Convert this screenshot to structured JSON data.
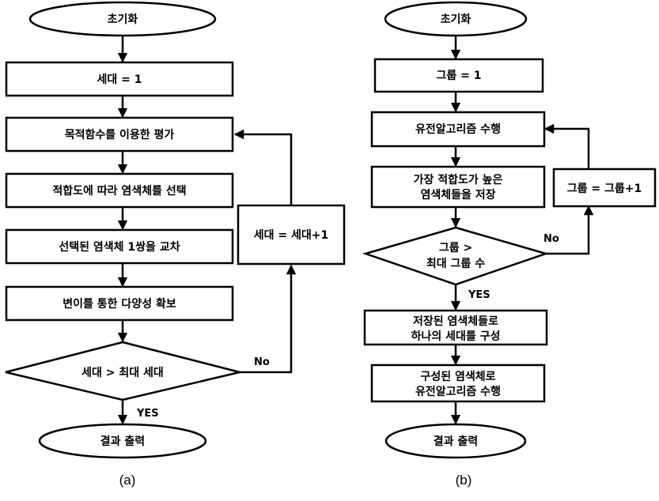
{
  "flowchart_a": {
    "caption": "(a)",
    "start": "초기화",
    "gen_init": "세대 = 1",
    "evaluate": "목적함수를 이용한 평가",
    "select": "적합도에 따라 염색체를 선택",
    "crossover": "선택된 염색체 1쌍을 교차",
    "mutate": "변이를 통한 다양성 확보",
    "gen_increment": "세대 = 세대+1",
    "decision": "세대 > 최대 세대",
    "no_label": "No",
    "yes_label": "YES",
    "end": "결과 출력"
  },
  "flowchart_b": {
    "caption": "(b)",
    "start": "초기화",
    "group_init": "그룹 = 1",
    "run_ga": "유전알고리즘 수행",
    "save_line1": "가장 적합도가 높은",
    "save_line2": "염색체들을 저장",
    "group_increment": "그룹 = 그룹+1",
    "decision_line1": "그룹 >",
    "decision_line2": "최대 그룹 수",
    "no_label": "No",
    "yes_label": "YES",
    "compose_line1": "저장된 염색체들로",
    "compose_line2": "하나의 세대를 구성",
    "run_line1": "구성된 염색체로",
    "run_line2": "유전알고리즘 수행",
    "end": "결과 출력"
  }
}
